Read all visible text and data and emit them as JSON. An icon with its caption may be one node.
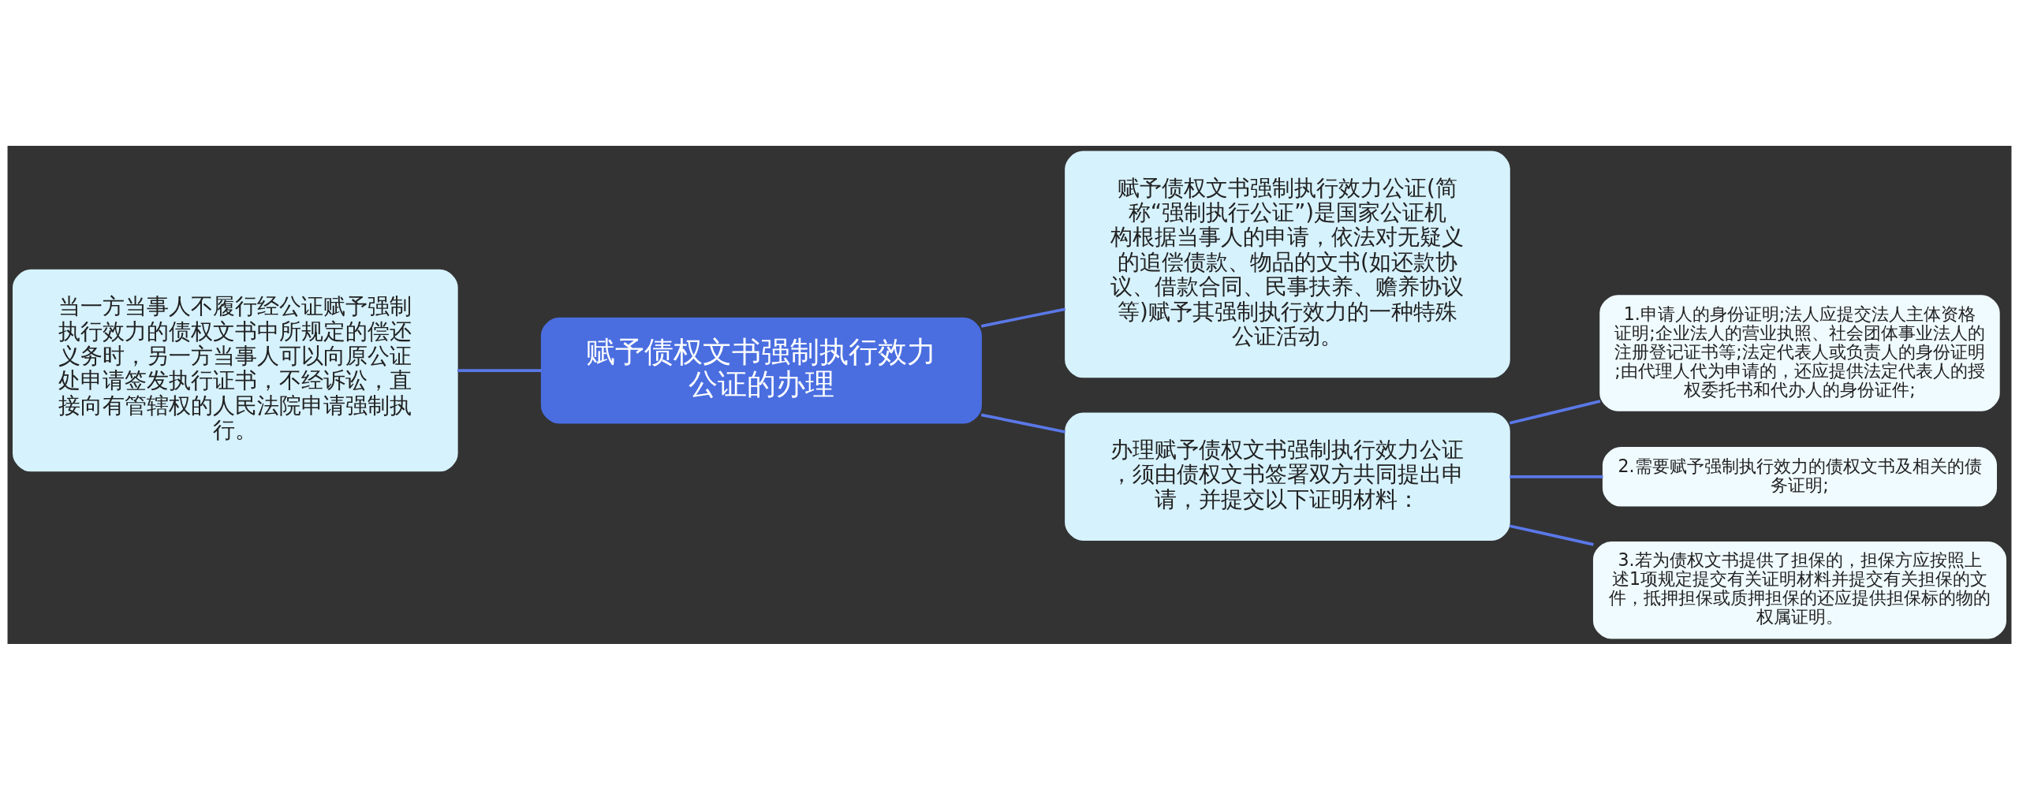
{
  "diagram": {
    "nodes": [
      {
        "text": [
          "赋予债权文书强制执行效力公证的办理"
        ]
      },
      {
        "text": [
          "当一方当事人不履行经公证赋予强制执行效力的债权文书中所规定的偿还义务时，另一方当事人可以向原公证处申请签发执行证书，不经诉讼，直接向有管辖权的人民法院申请强制执行。"
        ]
      },
      {
        "text": [
          "赋予债权文书强制执行效力公证(简称“强制执行公证”)是国家公证机构根据当事人的申请，依法对无疑义的追偿债款、物品的文书(如还款协议、借款合同、民事扶养、赡养协议等)赋予其强制执行效力的一种特殊公证活动。"
        ]
      },
      {
        "text": [
          "办理赋予债权文书强制执行效力公证，须由债权文书签署双方共同提出申请，并提交以下证明材料："
        ]
      },
      {
        "text": [
          "1.申请人的身份证明;法人应提交法人主体资格证明;企业法人的营业执照、社会团体事业法人的注册登记证书等;法定代表人或负责人的身份证明;由代理人代为申请的，还应提供法定代表人的授权委托书和代办人的身份证件;"
        ]
      },
      {
        "text": [
          "2.需要赋予强制执行效力的债权文书及相关的债务证明;"
        ]
      },
      {
        "text": [
          "3.若为债权文书提供了担保的，担保方应按照上述1项规定提交有关证明材料并提交有关担保的文件，抵押担保或质押担保的还应提供担保标的物的权属证明。"
        ]
      }
    ],
    "edges": [
      {
        "from": 0,
        "to": 1,
        "arrow": "none"
      },
      {
        "from": 0,
        "to": 2,
        "arrow": "none"
      },
      {
        "from": 0,
        "to": 3,
        "arrow": "none"
      },
      {
        "from": 3,
        "to": 4,
        "arrow": "none"
      },
      {
        "from": 3,
        "to": 5,
        "arrow": "none"
      },
      {
        "from": 3,
        "to": 6,
        "arrow": "none"
      }
    ]
  }
}
